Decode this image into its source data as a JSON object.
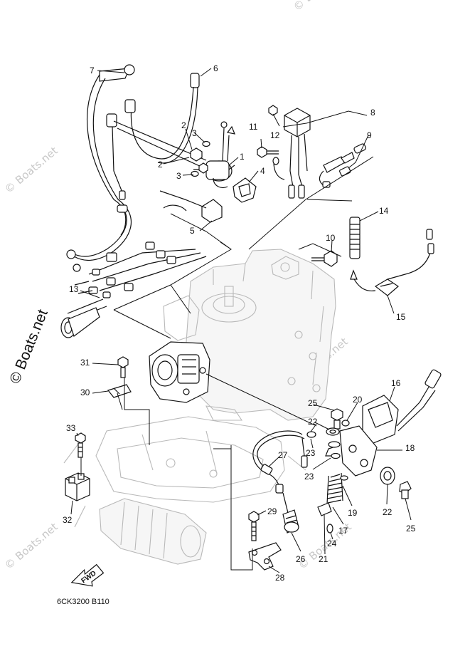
{
  "diagram": {
    "part_callouts": [
      "1",
      "2",
      "2",
      "3",
      "3",
      "4",
      "5",
      "6",
      "7",
      "8",
      "9",
      "10",
      "11",
      "12",
      "13",
      "14",
      "15",
      "16",
      "17",
      "18",
      "19",
      "20",
      "21",
      "22",
      "22",
      "23",
      "23",
      "24",
      "25",
      "25",
      "26",
      "27",
      "28",
      "29",
      "30",
      "31",
      "32",
      "33"
    ],
    "direction_label": "FWD",
    "drawing_code": "6CK3200 B110"
  },
  "watermarks": {
    "main": "© Boats.net",
    "faint": [
      "© Boats.net",
      "© Boats.net",
      "© Boats.net",
      "© Boats.net",
      "© Boats.net"
    ]
  }
}
